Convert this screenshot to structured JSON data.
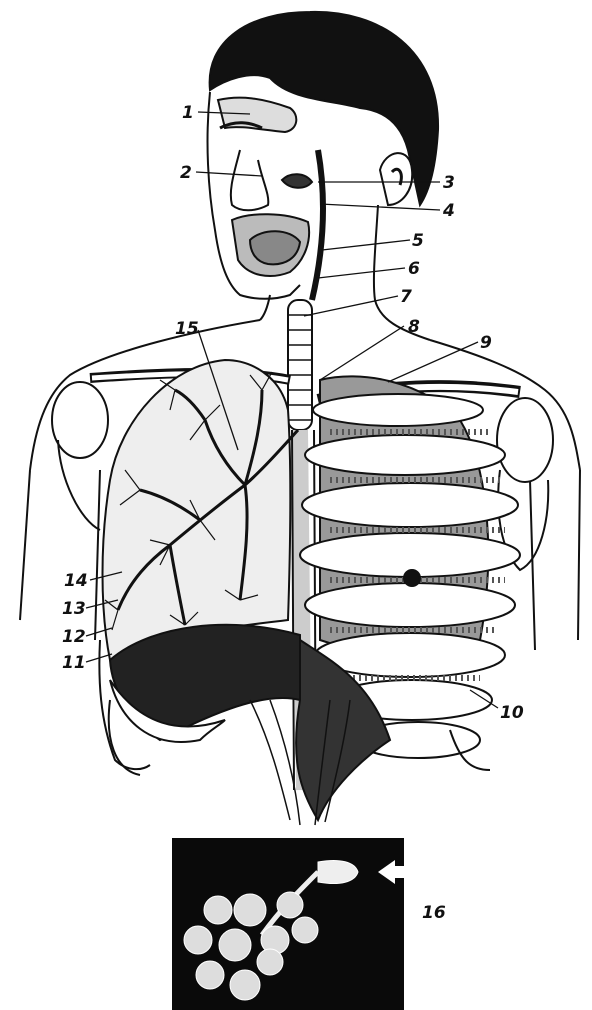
{
  "labels": {
    "l1": "1",
    "l2": "2",
    "l3": "3",
    "l4": "4",
    "l5": "5",
    "l6": "6",
    "l7": "7",
    "l8": "8",
    "l9": "9",
    "l10": "10",
    "l11": "11",
    "l12": "12",
    "l13": "13",
    "l14": "14",
    "l15": "15",
    "l16": "16"
  },
  "colors": {
    "ink": "#111111",
    "paper": "#ffffff",
    "inset_bg": "#0a0a0a"
  }
}
